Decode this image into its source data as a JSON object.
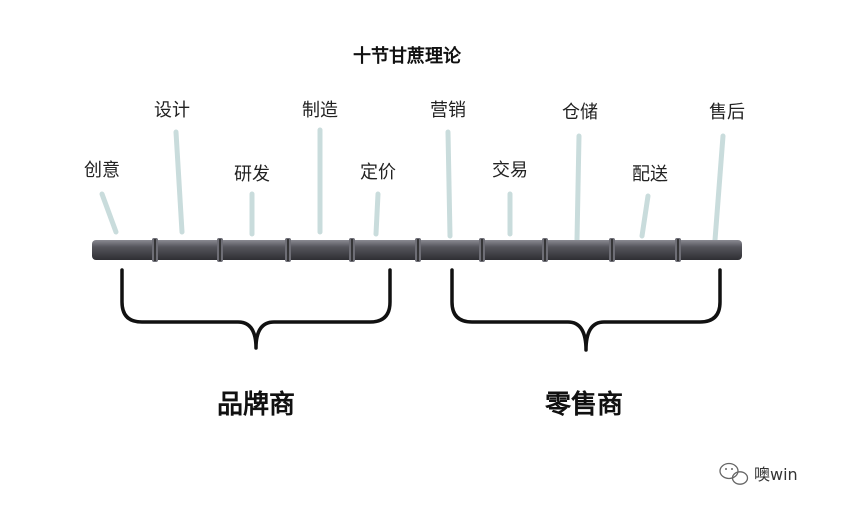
{
  "title": "十节甘蔗理论",
  "segments": [
    {
      "label": "创意"
    },
    {
      "label": "设计"
    },
    {
      "label": "研发"
    },
    {
      "label": "制造"
    },
    {
      "label": "定价"
    },
    {
      "label": "营销"
    },
    {
      "label": "交易"
    },
    {
      "label": "仓储"
    },
    {
      "label": "配送"
    },
    {
      "label": "售后"
    }
  ],
  "groups": [
    {
      "label": "品牌商"
    },
    {
      "label": "零售商"
    }
  ],
  "watermark": {
    "text": "噢win",
    "icon": "wechat-icon"
  },
  "colors": {
    "pointer": "#c9dcdc",
    "cane_dark": "#3a3a40",
    "cane_mid": "#6e6e76",
    "bracket": "#111111"
  }
}
